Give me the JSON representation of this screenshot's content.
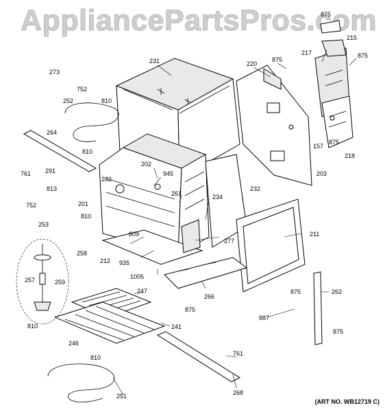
{
  "watermark": "AppliancePartsPros.com",
  "art_number": "(ART NO. WB12719 C)",
  "callouts": [
    "875",
    "215",
    "875",
    "217",
    "273",
    "752",
    "231",
    "220",
    "875",
    "252",
    "810",
    "157",
    "875",
    "218",
    "264",
    "810",
    "203",
    "761",
    "202",
    "945",
    "291",
    "282",
    "232",
    "813",
    "261",
    "234",
    "752",
    "201",
    "253",
    "810",
    "211",
    "809",
    "277",
    "258",
    "212",
    "935",
    "257",
    "259",
    "1005",
    "875",
    "247",
    "266",
    "262",
    "875",
    "810",
    "241",
    "887",
    "875",
    "246",
    "761",
    "810",
    "268",
    "251"
  ]
}
